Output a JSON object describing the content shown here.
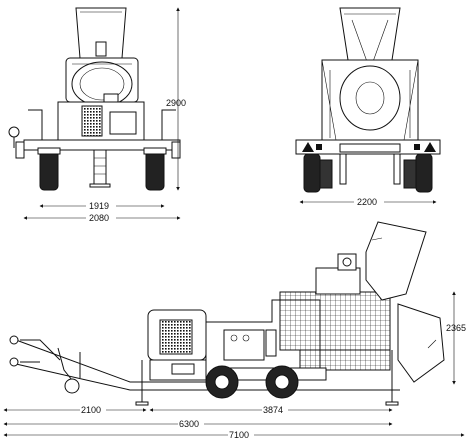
{
  "drawing": {
    "front_view": {
      "height_label": "2900",
      "track_width_label": "1919",
      "overall_width_label": "2080"
    },
    "rear_view": {
      "width_label": "2200"
    },
    "side_view": {
      "height_label": "2365",
      "hitch_to_axle_label": "2100",
      "axle_to_rear_label": "3874",
      "body_length_label": "6300",
      "overall_length_label": "7100"
    }
  }
}
